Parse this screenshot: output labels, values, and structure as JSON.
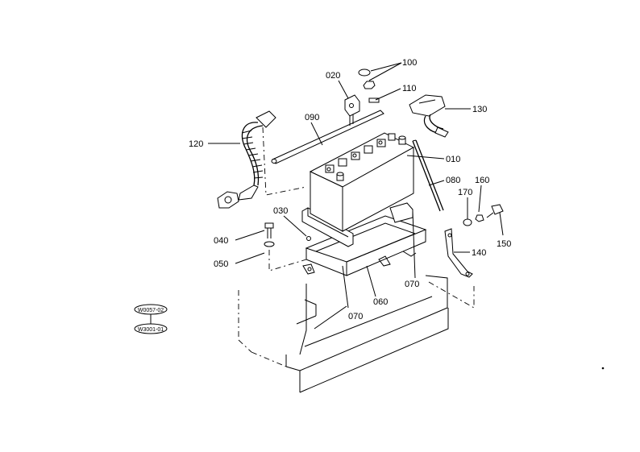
{
  "parts": [
    {
      "id": "p010",
      "label": "010"
    },
    {
      "id": "p020",
      "label": "020"
    },
    {
      "id": "p030",
      "label": "030"
    },
    {
      "id": "p040",
      "label": "040"
    },
    {
      "id": "p050",
      "label": "050"
    },
    {
      "id": "p060",
      "label": "060"
    },
    {
      "id": "p070a",
      "label": "070"
    },
    {
      "id": "p070b",
      "label": "070"
    },
    {
      "id": "p080",
      "label": "080"
    },
    {
      "id": "p090",
      "label": "090"
    },
    {
      "id": "p100",
      "label": "100"
    },
    {
      "id": "p110",
      "label": "110"
    },
    {
      "id": "p120",
      "label": "120"
    },
    {
      "id": "p130",
      "label": "130"
    },
    {
      "id": "p140",
      "label": "140"
    },
    {
      "id": "p150",
      "label": "150"
    },
    {
      "id": "p160",
      "label": "160"
    },
    {
      "id": "p170",
      "label": "170"
    }
  ],
  "references": [
    {
      "id": "ref1",
      "label": "W0057-02"
    },
    {
      "id": "ref2",
      "label": "W3001-01"
    }
  ]
}
